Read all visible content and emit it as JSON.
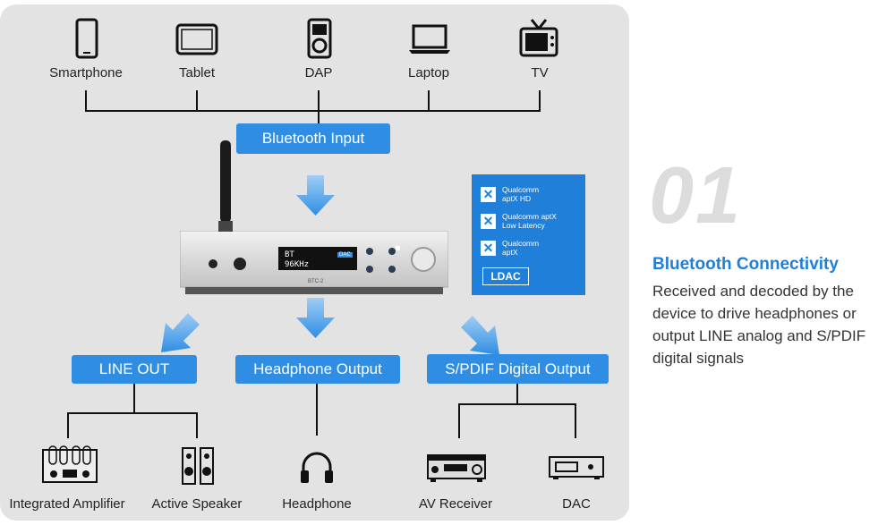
{
  "sources": [
    {
      "label": "Smartphone",
      "icon": "smartphone-icon"
    },
    {
      "label": "Tablet",
      "icon": "tablet-icon"
    },
    {
      "label": "DAP",
      "icon": "dap-icon"
    },
    {
      "label": "Laptop",
      "icon": "laptop-icon"
    },
    {
      "label": "TV",
      "icon": "tv-icon"
    }
  ],
  "input_label": "Bluetooth Input",
  "device": {
    "display_line1": "BT",
    "display_line2": "96KHz",
    "display_tag": "DAC",
    "model": "BTC-2"
  },
  "codecs": [
    {
      "text": "Qualcomm\naptX HD"
    },
    {
      "text": "Qualcomm aptX\nLow Latency"
    },
    {
      "text": "Qualcomm\naptX"
    }
  ],
  "codec_logo": "LDAC",
  "outputs": {
    "line_out": "LINE OUT",
    "headphone_output": "Headphone Output",
    "spdif_output": "S/PDIF Digital Output"
  },
  "destinations": [
    {
      "label": "Integrated Amplifier",
      "icon": "amplifier-icon"
    },
    {
      "label": "Active Speaker",
      "icon": "speaker-icon"
    },
    {
      "label": "Headphone",
      "icon": "headphone-icon"
    },
    {
      "label": "AV Receiver",
      "icon": "av-receiver-icon"
    },
    {
      "label": "DAC",
      "icon": "dac-icon"
    }
  ],
  "feature": {
    "number": "01",
    "title": "Bluetooth Connectivity",
    "description": "Received and decoded by the device to drive headphones or output LINE analog and S/PDIF digital signals"
  },
  "colors": {
    "accent": "#2f8ee3",
    "panel": "#e3e3e3",
    "heading": "#1f7fd9"
  }
}
